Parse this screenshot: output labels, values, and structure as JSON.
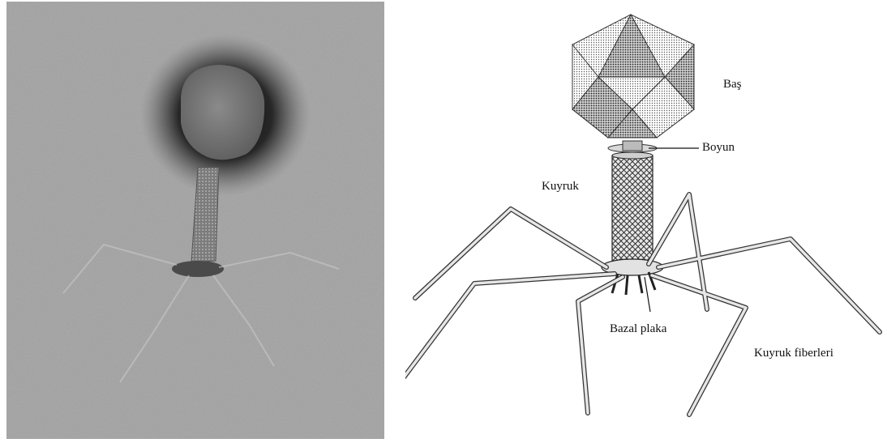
{
  "labels": {
    "head": "Baş",
    "neck": "Boyun",
    "tail": "Kuyruk",
    "base_plate": "Bazal plaka",
    "tail_fibers": "Kuyruk fiberleri"
  }
}
